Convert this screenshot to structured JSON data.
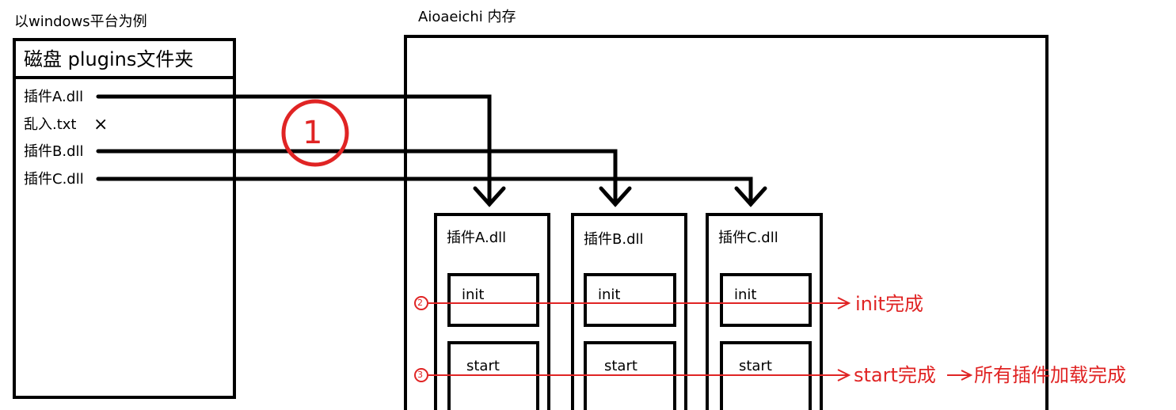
{
  "platform_note": "以windows平台为例",
  "memory_title": "Aioaeichi 内存",
  "disk": {
    "title": "磁盘 plugins文件夹",
    "files": [
      "插件A.dll",
      "乱入.txt",
      "插件B.dll",
      "插件C.dll"
    ],
    "reject_mark": "×"
  },
  "plugins": [
    {
      "name": "插件A.dll",
      "init": "init",
      "start": "start"
    },
    {
      "name": "插件B.dll",
      "init": "init",
      "start": "start"
    },
    {
      "name": "插件C.dll",
      "init": "init",
      "start": "start"
    }
  ],
  "steps": {
    "step1": "①",
    "step2": "②",
    "step3": "③",
    "init_done": "init完成",
    "start_done": "start完成",
    "all_done": "所有插件加载完成"
  },
  "colors": {
    "line": "#000000",
    "accent": "#e02424"
  }
}
